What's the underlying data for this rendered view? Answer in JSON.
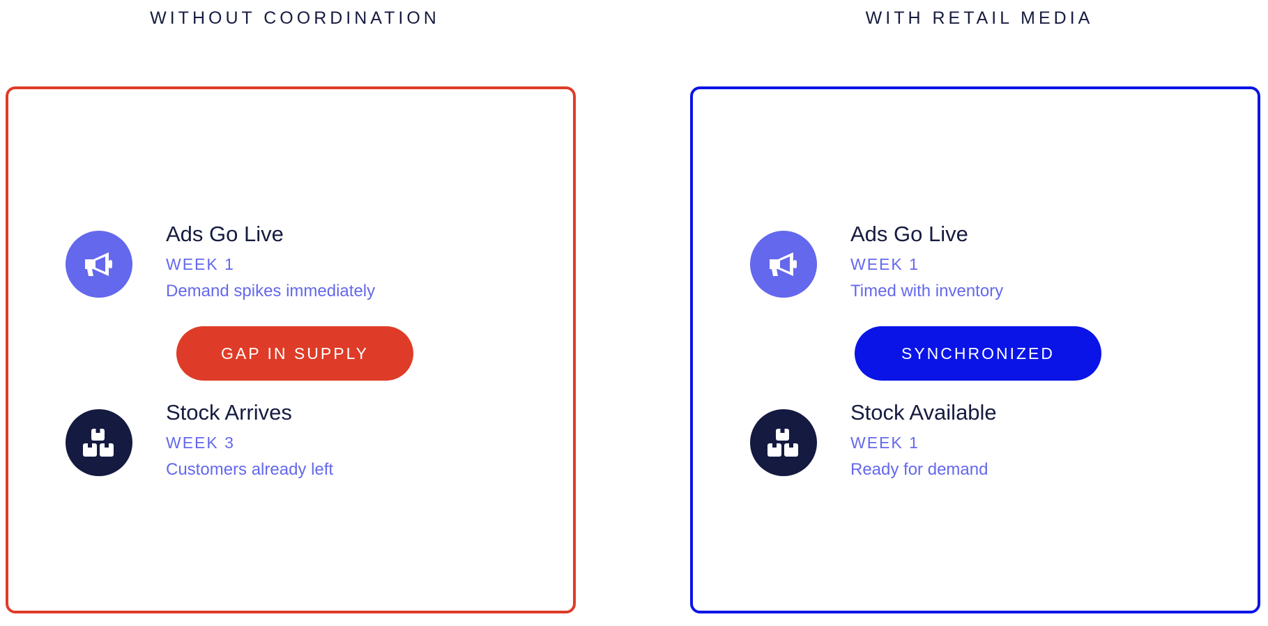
{
  "comparison": [
    {
      "heading": "WITHOUT COORDINATION",
      "border_color": "#de3c28",
      "ads": {
        "icon": "megaphone-icon",
        "title": "Ads Go Live",
        "week": "WEEK 1",
        "description": "Demand spikes immediately"
      },
      "status": {
        "label": "GAP IN SUPPLY",
        "color": "#de3c28"
      },
      "stock": {
        "icon": "boxes-icon",
        "title": "Stock Arrives",
        "week": "WEEK 3",
        "description": "Customers already left"
      }
    },
    {
      "heading": "WITH RETAIL MEDIA",
      "border_color": "#0a14e6",
      "ads": {
        "icon": "megaphone-icon",
        "title": "Ads Go Live",
        "week": "WEEK 1",
        "description": "Timed with inventory"
      },
      "status": {
        "label": "SYNCHRONIZED",
        "color": "#0a14e6"
      },
      "stock": {
        "icon": "boxes-icon",
        "title": "Stock Available",
        "week": "WEEK 1",
        "description": "Ready for demand"
      }
    }
  ],
  "colors": {
    "accent_purple": "#6468ec",
    "dark_navy": "#141a40",
    "alert_red": "#de3c28",
    "sync_blue": "#0a14e6"
  }
}
